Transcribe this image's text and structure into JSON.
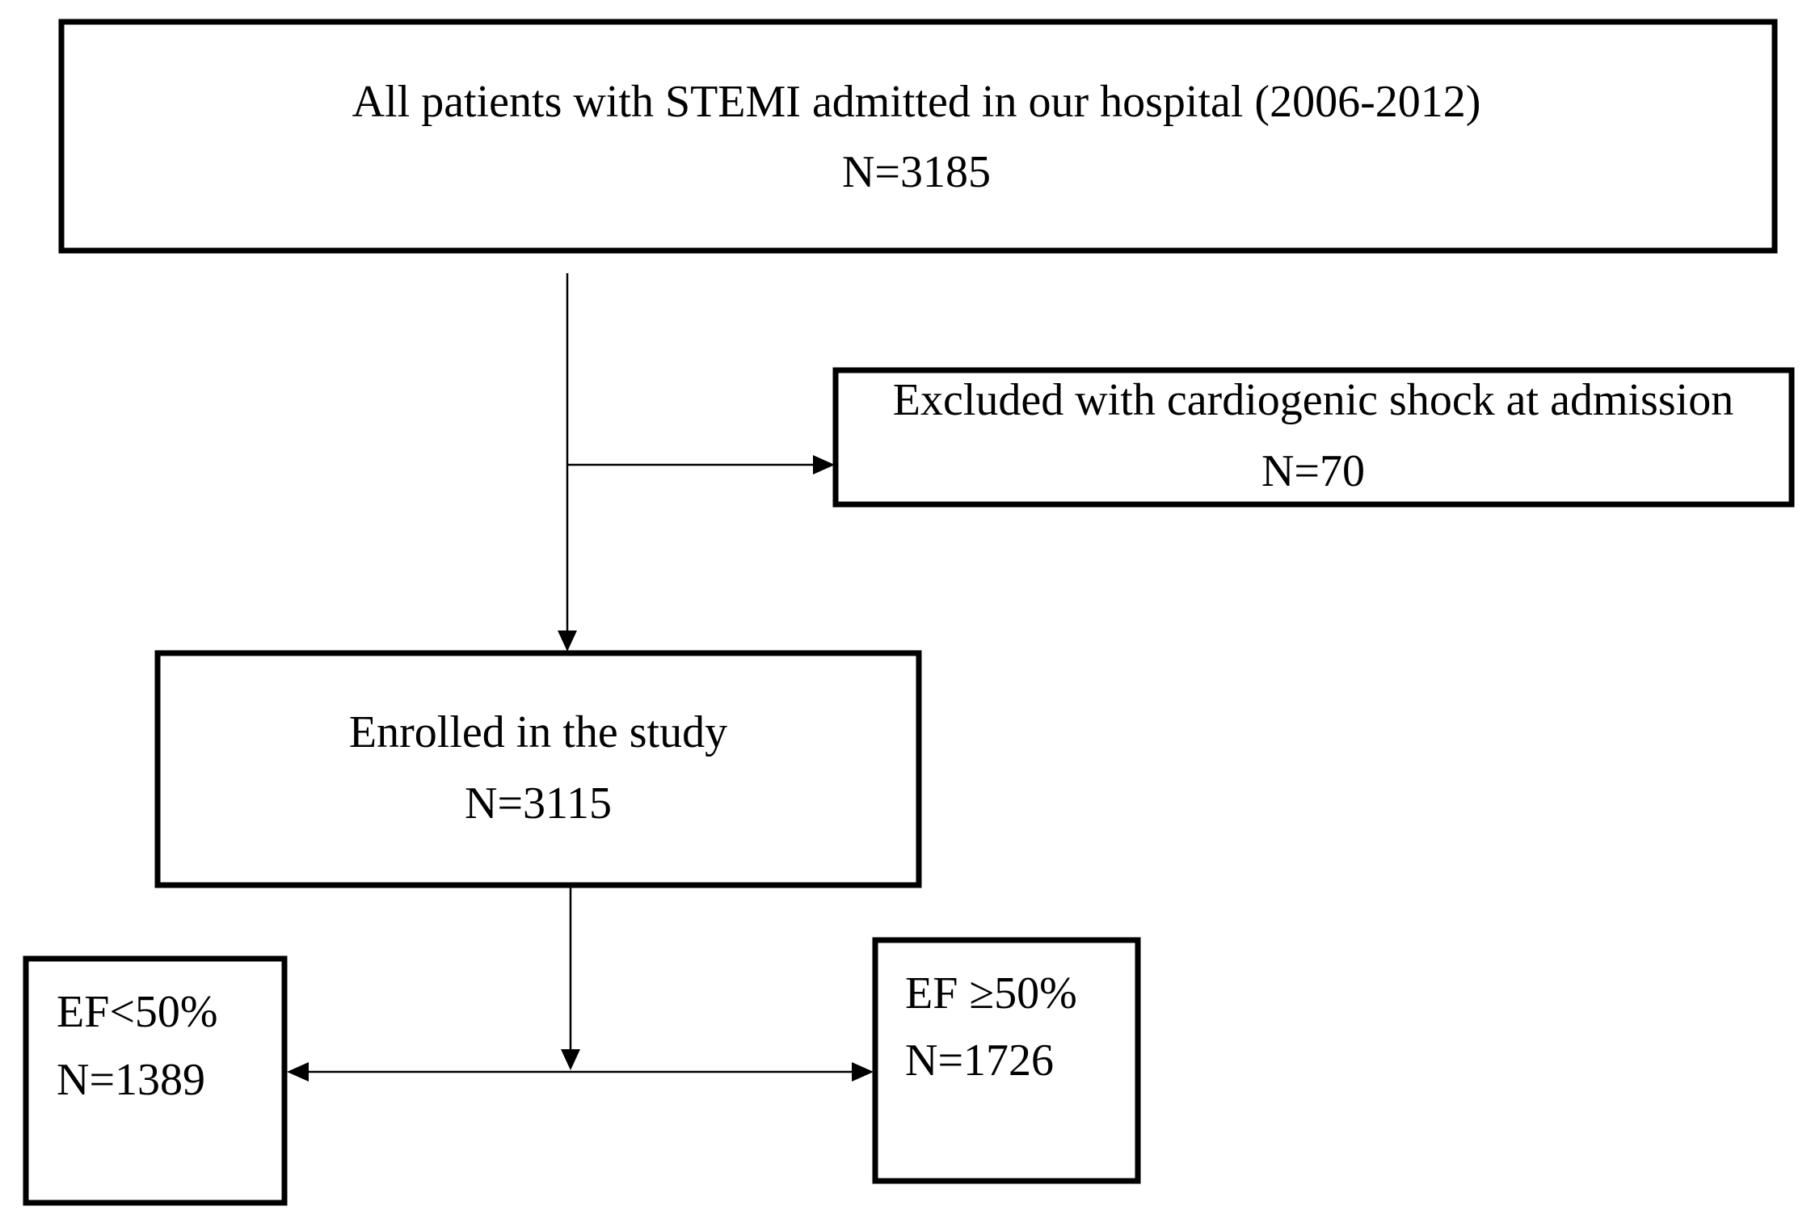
{
  "flowchart": {
    "all_patients": {
      "line1": "All patients with STEMI admitted in our hospital (2006-2012)",
      "line2": "N=3185"
    },
    "excluded": {
      "line1": "Excluded with cardiogenic shock at admission",
      "line2": "N=70"
    },
    "enrolled": {
      "line1": "Enrolled in the study",
      "line2": "N=3115"
    },
    "ef_low": {
      "line1": "EF<50%",
      "line2": "N=1389"
    },
    "ef_high": {
      "line1": "EF ≥50%",
      "line2": "N=1726"
    }
  }
}
